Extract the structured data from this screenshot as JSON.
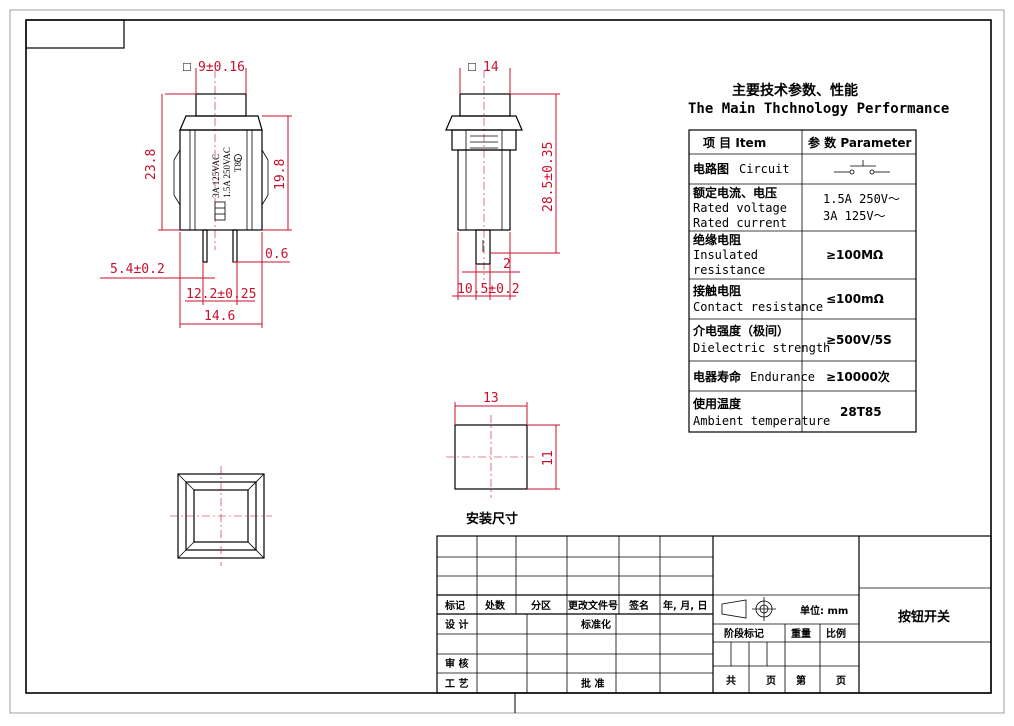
{
  "dimensions": {
    "front_width": "9±0.16",
    "front_height": "23.8",
    "front_body_height": "19.8",
    "pin_offset": "5.4±0.2",
    "pin_thickness": "0.6",
    "pin_span": "12.2±0.25",
    "base_width": "14.6",
    "side_width": "14",
    "side_height": "28.5±0.35",
    "side_pin_width": "2",
    "side_pin_span": "10.5±0.2",
    "cutout_width": "13",
    "cutout_height": "11",
    "square_symbol": "□"
  },
  "body_marking": {
    "line1": "3A 125VAC",
    "line2": "1.5A 250VAC",
    "line3": "T85"
  },
  "cutout_label": "安装尺寸",
  "specs": {
    "title_cn": "主要技术参数、性能",
    "title_en": "The Main Thchnology Performance",
    "header_item": "项  目  Item",
    "header_param": "参  数  Parameter",
    "rows": [
      {
        "name_cn": "电路图",
        "name_en": "Circuit",
        "value": ""
      },
      {
        "name_cn": "额定电流、电压",
        "name_en": "Rated voltage",
        "name_en2": "Rated current",
        "value": "1.5A 250V～",
        "value2": "3A  125V～"
      },
      {
        "name_cn": "绝缘电阻",
        "name_en": "Insulated",
        "name_en2": "resistance",
        "value": "≥100MΩ"
      },
      {
        "name_cn": "接触电阻",
        "name_en": "Contact resistance",
        "value": "≤100mΩ"
      },
      {
        "name_cn": "介电强度（极间）",
        "name_en": "Dielectric strength",
        "value": "≥500V/5S"
      },
      {
        "name_cn": "电器寿命",
        "name_en": "Endurance",
        "value": "≥10000次"
      },
      {
        "name_cn": "使用温度",
        "name_en": "Ambient temperature",
        "value": "28T85"
      }
    ]
  },
  "title_block": {
    "mark": "标记",
    "location": "处数",
    "zone": "分区",
    "change_doc": "更改文件号",
    "signature": "签名",
    "date": "年, 月, 日",
    "design": "设 计",
    "standardize": "标准化",
    "review": "审 核",
    "process": "工 艺",
    "approve": "批 准",
    "unit": "单位: mm",
    "stage_mark": "阶段标记",
    "weight": "重量",
    "scale": "比例",
    "total": "共",
    "sheet": "页",
    "number": "第",
    "page": "页",
    "product_name": "按钮开关"
  }
}
